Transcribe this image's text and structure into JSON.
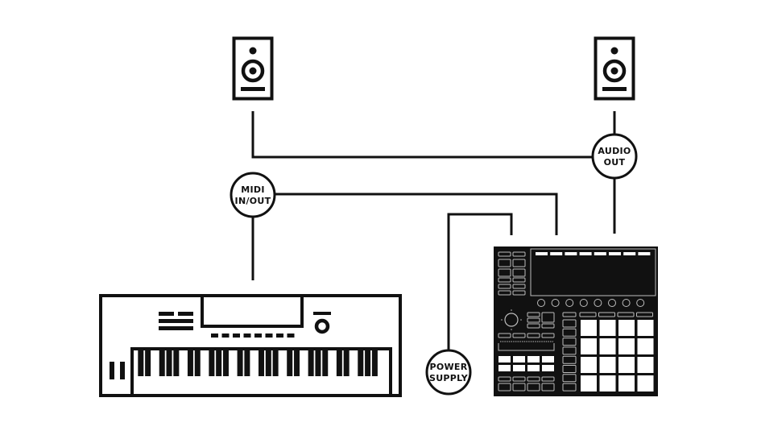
{
  "diagram": {
    "title": "Setup diagram: speakers, keyboard, groove controller",
    "colors": {
      "ink": "#111111",
      "paper": "#ffffff",
      "pad_outline": "#bdbdbd"
    },
    "nodes": {
      "midi": {
        "line1": "MIDI",
        "line2": "IN/OUT"
      },
      "audio": {
        "line1": "AUDIO",
        "line2": "OUT"
      },
      "power": {
        "line1": "POWER",
        "line2": "SUPPLY"
      }
    },
    "devices": [
      {
        "id": "speaker-left",
        "icon": "speaker-icon"
      },
      {
        "id": "speaker-right",
        "icon": "speaker-icon"
      },
      {
        "id": "keyboard",
        "icon": "keyboard-icon",
        "white_keys": 36
      },
      {
        "id": "controller",
        "icon": "groove-controller-icon",
        "pads": 16,
        "knobs": 8,
        "display_buttons": 8
      }
    ],
    "connections": [
      {
        "from": "speaker-left",
        "to": "audio-out",
        "label": "AUDIO OUT"
      },
      {
        "from": "speaker-right",
        "to": "audio-out",
        "label": "AUDIO OUT"
      },
      {
        "from": "audio-out",
        "to": "controller",
        "label": "AUDIO OUT"
      },
      {
        "from": "keyboard",
        "to": "controller",
        "label": "MIDI IN/OUT"
      },
      {
        "from": "power-supply",
        "to": "controller",
        "label": "POWER SUPPLY"
      }
    ]
  }
}
